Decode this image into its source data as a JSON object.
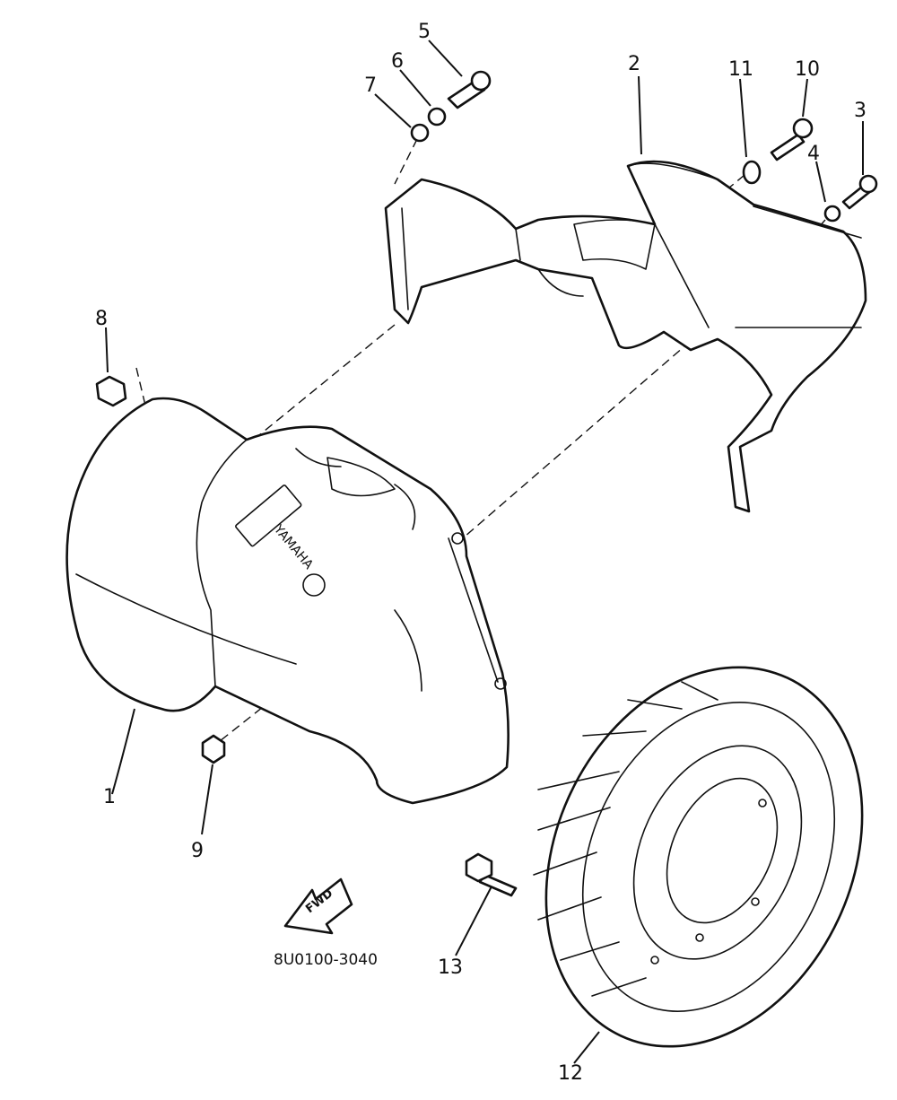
{
  "callouts": [
    {
      "id": "1",
      "text": "1"
    },
    {
      "id": "2",
      "text": "2"
    },
    {
      "id": "3",
      "text": "3"
    },
    {
      "id": "4",
      "text": "4"
    },
    {
      "id": "5",
      "text": "5"
    },
    {
      "id": "6",
      "text": "6"
    },
    {
      "id": "7",
      "text": "7"
    },
    {
      "id": "8",
      "text": "8"
    },
    {
      "id": "9",
      "text": "9"
    },
    {
      "id": "10",
      "text": "10"
    },
    {
      "id": "11",
      "text": "11"
    },
    {
      "id": "12",
      "text": "12"
    },
    {
      "id": "13",
      "text": "13"
    }
  ],
  "direction_arrow": {
    "label": "FWD"
  },
  "brand_plate": {
    "text": "YAMAHA"
  },
  "diagram_code": "8U0100-3040"
}
